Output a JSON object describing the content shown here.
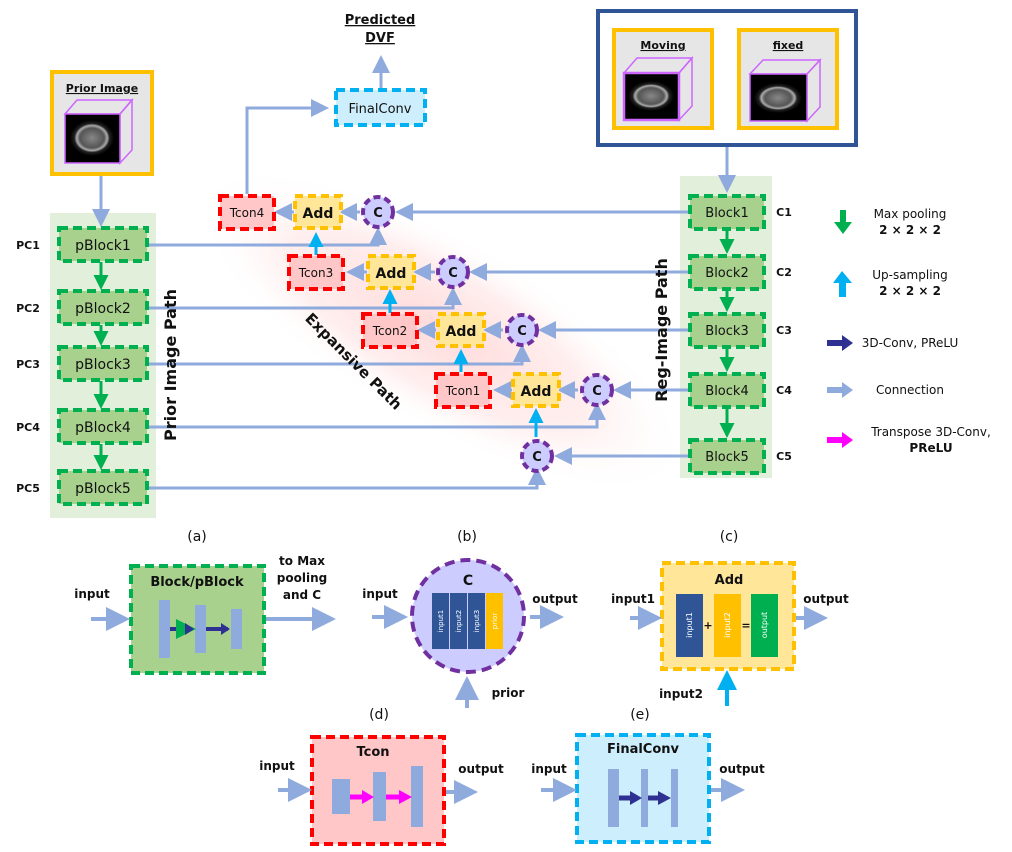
{
  "colors": {
    "connection": "#8faadc",
    "maxpool": "#00b050",
    "upsample": "#00b0f0",
    "conv": "#2e3192",
    "tconv": "#ff00ff",
    "block_fill": "#a9d18e",
    "block_border": "#00b050",
    "path_bg": "#e2efda",
    "add_fill": "#ffe699",
    "add_border": "#ffc000",
    "tcon_fill": "#ffc7c7",
    "tcon_border": "#ff0000",
    "c_fill": "#ccccff",
    "c_border": "#7030a0",
    "final_fill": "#cdeefc",
    "final_border": "#00b0f0",
    "image_border": "#ffc000",
    "reg_border": "#2f5597",
    "cube": "#cc66ff"
  },
  "output": {
    "line1": "Predicted",
    "line2": "DVF"
  },
  "final_conv": {
    "label": "FinalConv"
  },
  "prior_image": {
    "label": "Prior Image"
  },
  "reg_inputs": {
    "moving": "Moving",
    "fixed": "fixed"
  },
  "prior_path": {
    "title": "Prior Image Path",
    "blocks": [
      {
        "name": "pBlock1",
        "tag": "PC1"
      },
      {
        "name": "pBlock2",
        "tag": "PC2"
      },
      {
        "name": "pBlock3",
        "tag": "PC3"
      },
      {
        "name": "pBlock4",
        "tag": "PC4"
      },
      {
        "name": "pBlock5",
        "tag": "PC5"
      }
    ]
  },
  "reg_path": {
    "title": "Reg-Image Path",
    "blocks": [
      {
        "name": "Block1",
        "tag": "C1"
      },
      {
        "name": "Block2",
        "tag": "C2"
      },
      {
        "name": "Block3",
        "tag": "C3"
      },
      {
        "name": "Block4",
        "tag": "C4"
      },
      {
        "name": "Block5",
        "tag": "C5"
      }
    ]
  },
  "expansive": {
    "title": "Expansive Path",
    "tcons": [
      "Tcon4",
      "Tcon3",
      "Tcon2",
      "Tcon1"
    ],
    "add_label": "Add",
    "c_label": "C"
  },
  "legend": [
    {
      "icon": "green-down-arrow",
      "line1": "Max pooling",
      "line2": "2 × 2 × 2"
    },
    {
      "icon": "cyan-up-arrow",
      "line1": "Up-sampling",
      "line2": "2 × 2 × 2"
    },
    {
      "icon": "navy-right-arrow",
      "line1": "3D-Conv, PReLU",
      "line2": ""
    },
    {
      "icon": "lightblue-right-arrow",
      "line1": "Connection",
      "line2": ""
    },
    {
      "icon": "magenta-right-arrow",
      "line1": "Transpose 3D-Conv,",
      "line2": "PReLU"
    }
  ],
  "panels": {
    "a": {
      "tag": "(a)",
      "title": "Block/pBlock",
      "input": "input",
      "out1": "to Max",
      "out2": "pooling",
      "out3": "and C"
    },
    "b": {
      "tag": "(b)",
      "title": "C",
      "input": "input",
      "output": "output",
      "prior": "prior",
      "bars": [
        "input1",
        "input2",
        "input3",
        "prior"
      ]
    },
    "c": {
      "tag": "(c)",
      "title": "Add",
      "input1": "input1",
      "input2": "input2",
      "output": "output",
      "bars": [
        "input1",
        "input2",
        "output"
      ],
      "plus": "+",
      "equals": "="
    },
    "d": {
      "tag": "(d)",
      "title": "Tcon",
      "input": "input",
      "output": "output"
    },
    "e": {
      "tag": "(e)",
      "title": "FinalConv",
      "input": "input",
      "output": "output"
    }
  }
}
